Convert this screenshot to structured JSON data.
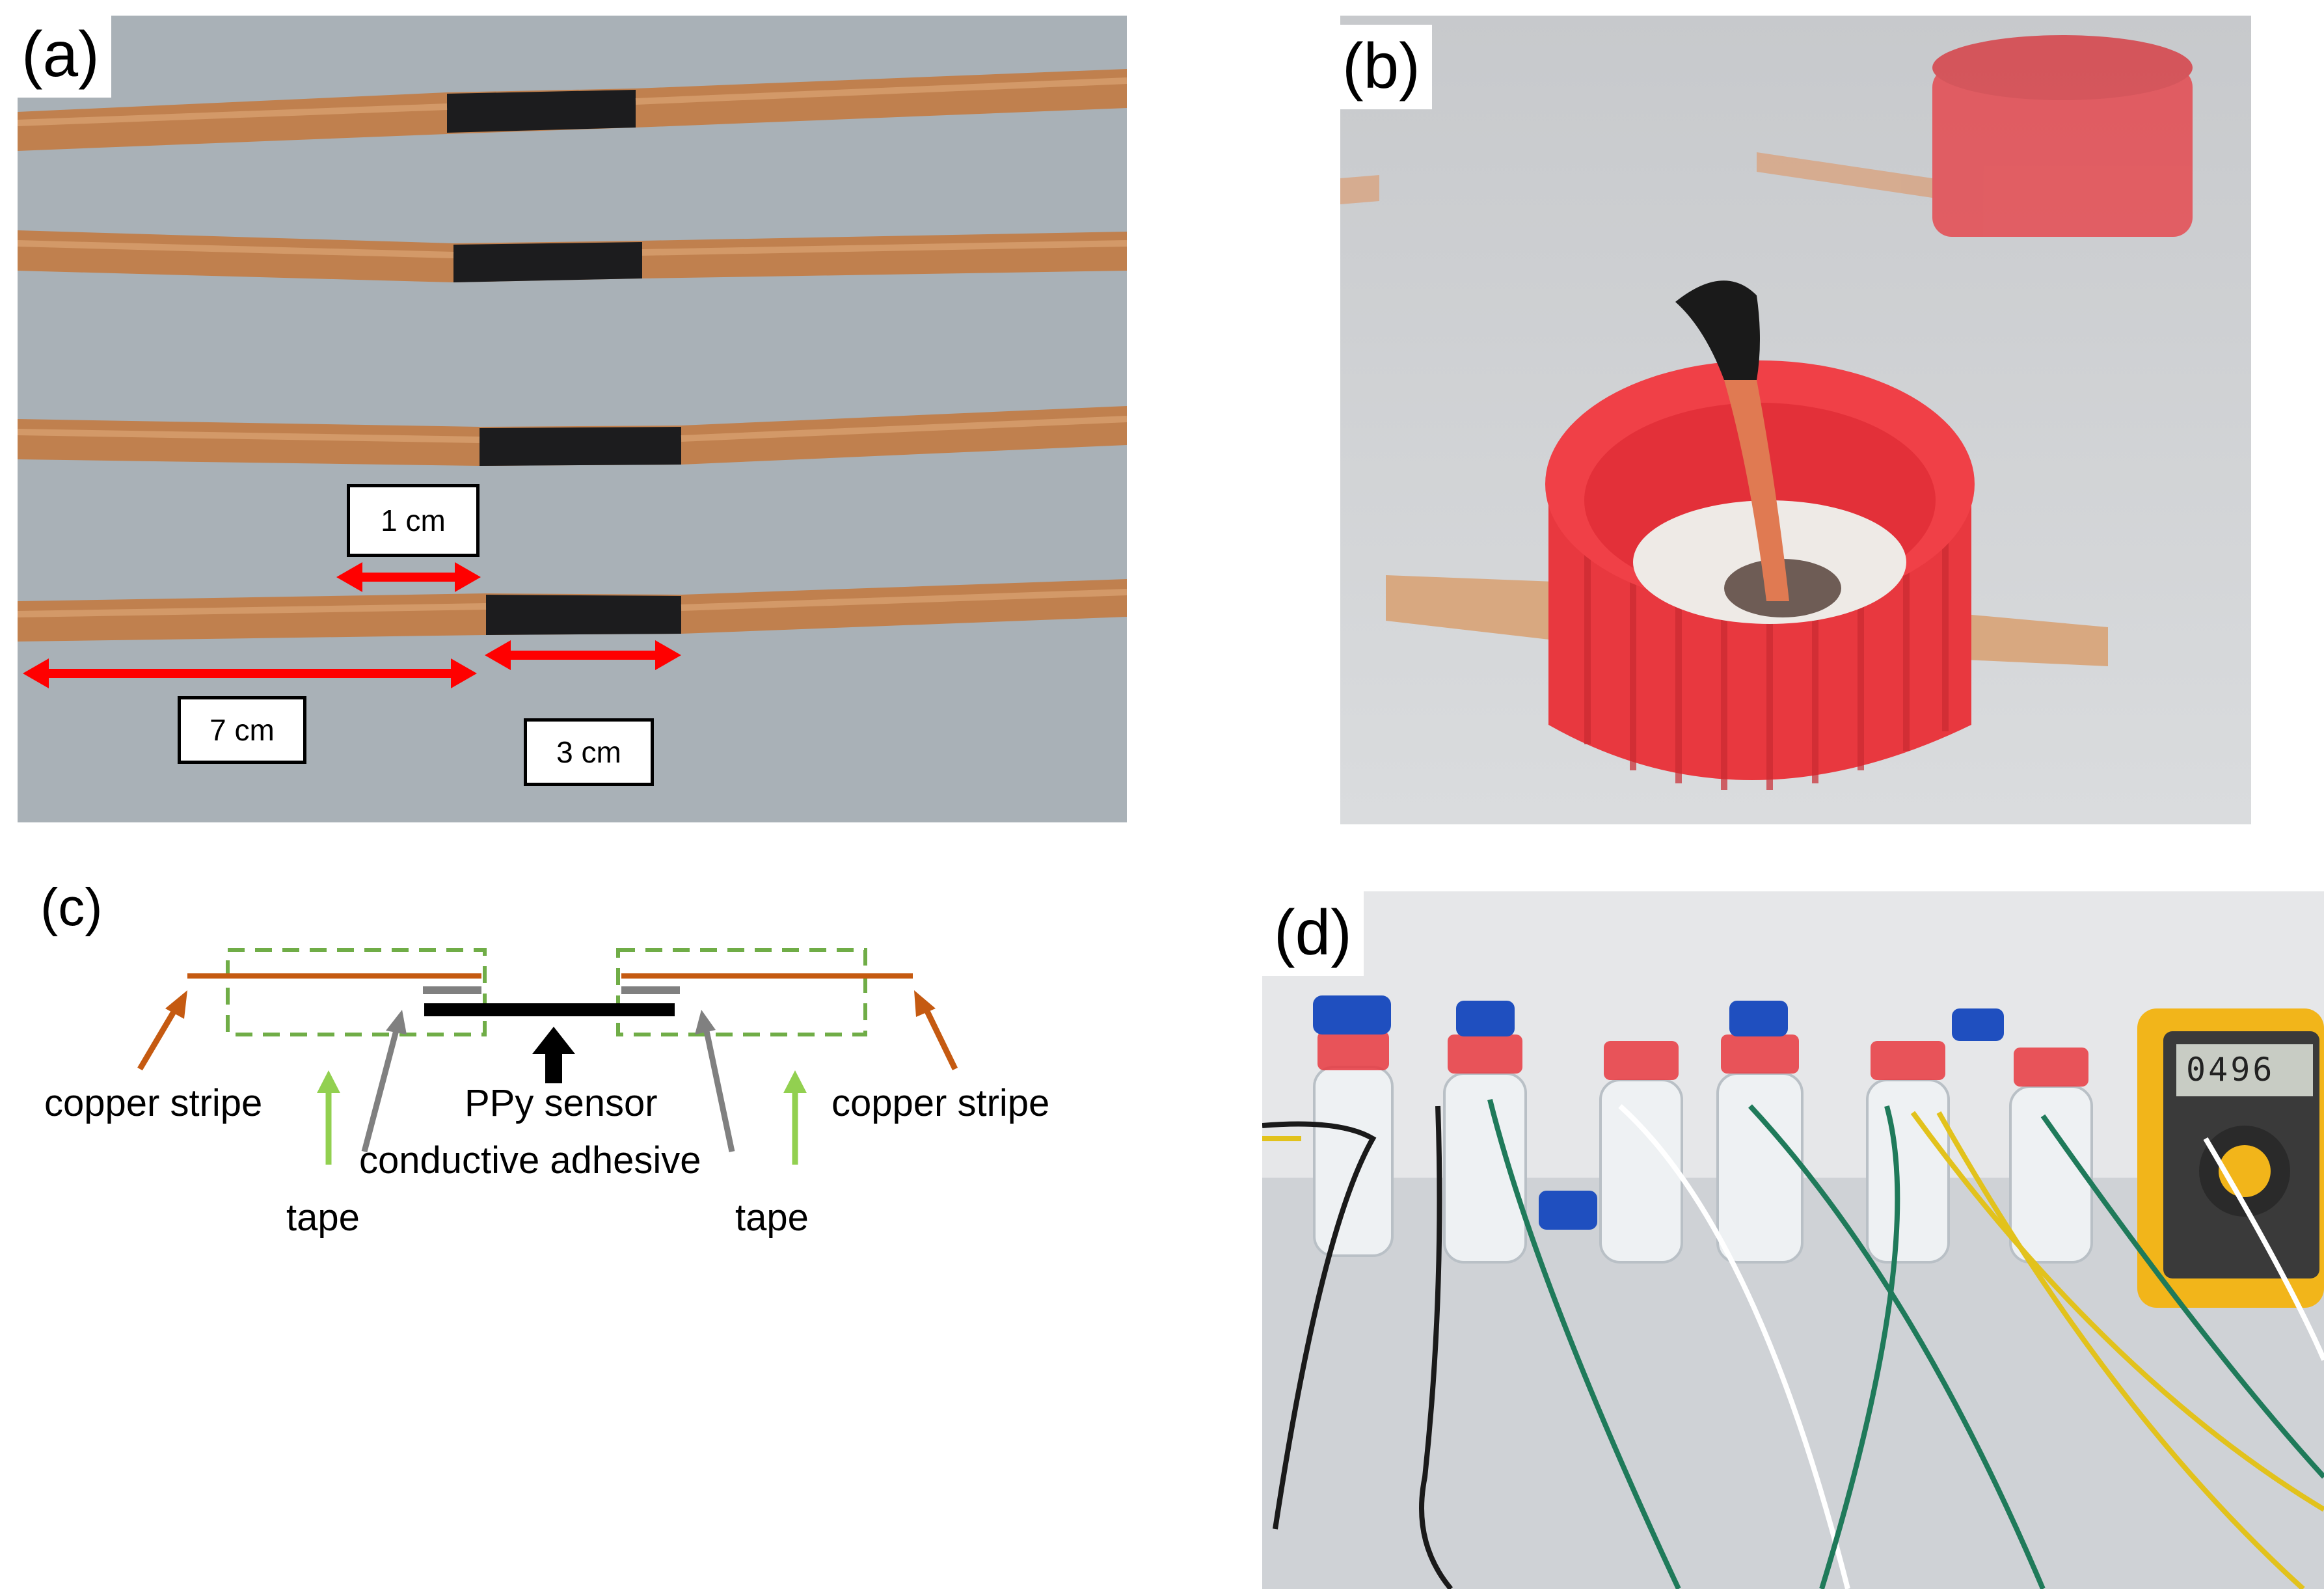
{
  "panels": {
    "a": {
      "label": "(a)"
    },
    "b": {
      "label": "(b)"
    },
    "c": {
      "label": "(c)"
    },
    "d": {
      "label": "(d)"
    }
  },
  "panel_a": {
    "measurements": {
      "one_cm": "1 cm",
      "seven_cm": "7 cm",
      "three_cm": "3 cm"
    },
    "colors": {
      "copper": "#c0804e",
      "sensor": "#1c1c1e",
      "background": "#a9b1b7",
      "arrow": "#ff0000"
    }
  },
  "panel_b": {
    "colors": {
      "cap": "#e8383f",
      "background": "#d4d6d8",
      "fabric": "#1a1a1a"
    }
  },
  "panel_c": {
    "labels": {
      "copper_left": "copper stripe",
      "copper_right": "copper stripe",
      "sensor": "PPy sensor",
      "adhesive": "conductive adhesive",
      "tape_left": "tape",
      "tape_right": "tape"
    },
    "colors": {
      "copper": "#c55a11",
      "tape": "#70ad47",
      "adhesive": "#808080",
      "tape_arrow": "#92d050",
      "sensor": "#000000"
    }
  },
  "panel_d": {
    "meter_reading": "0496",
    "colors": {
      "meter": "#f2b51a",
      "wires": [
        "#1a1a1a",
        "#ffffff",
        "#1f7a5a",
        "#e2c21c"
      ],
      "caps": "#1f4fbf",
      "bench": "#cfd2d6"
    }
  }
}
